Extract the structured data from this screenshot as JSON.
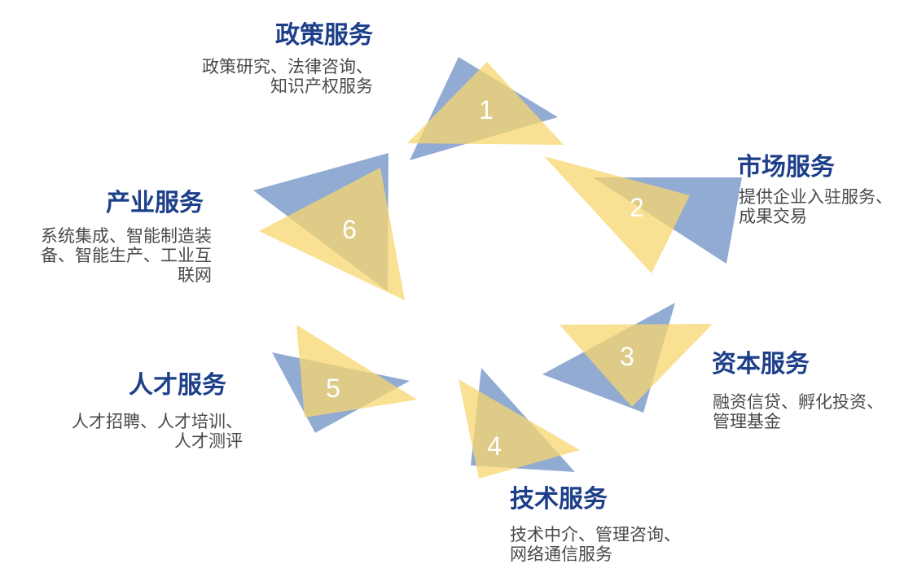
{
  "colors": {
    "blue": "#7f9ccb",
    "yellow": "#f7d56d",
    "title": "#1d3f8a",
    "text": "#4a4a4a",
    "number": "#ffffff"
  },
  "services": [
    {
      "number": "1",
      "title": "政策服务",
      "description": "政策研究、法律咨询、\n知识产权服务"
    },
    {
      "number": "2",
      "title": "市场服务",
      "description": "提供企业入驻服务、\n成果交易"
    },
    {
      "number": "3",
      "title": "资本服务",
      "description": "融资信贷、孵化投资、\n管理基金"
    },
    {
      "number": "4",
      "title": "技术服务",
      "description": "技术中介、管理咨询、\n网络通信服务"
    },
    {
      "number": "5",
      "title": "人才服务",
      "description": "人才招聘、人才培训、\n人才测评"
    },
    {
      "number": "6",
      "title": "产业服务",
      "description": "系统集成、智能制造装\n备、智能生产、工业互\n联网"
    }
  ]
}
